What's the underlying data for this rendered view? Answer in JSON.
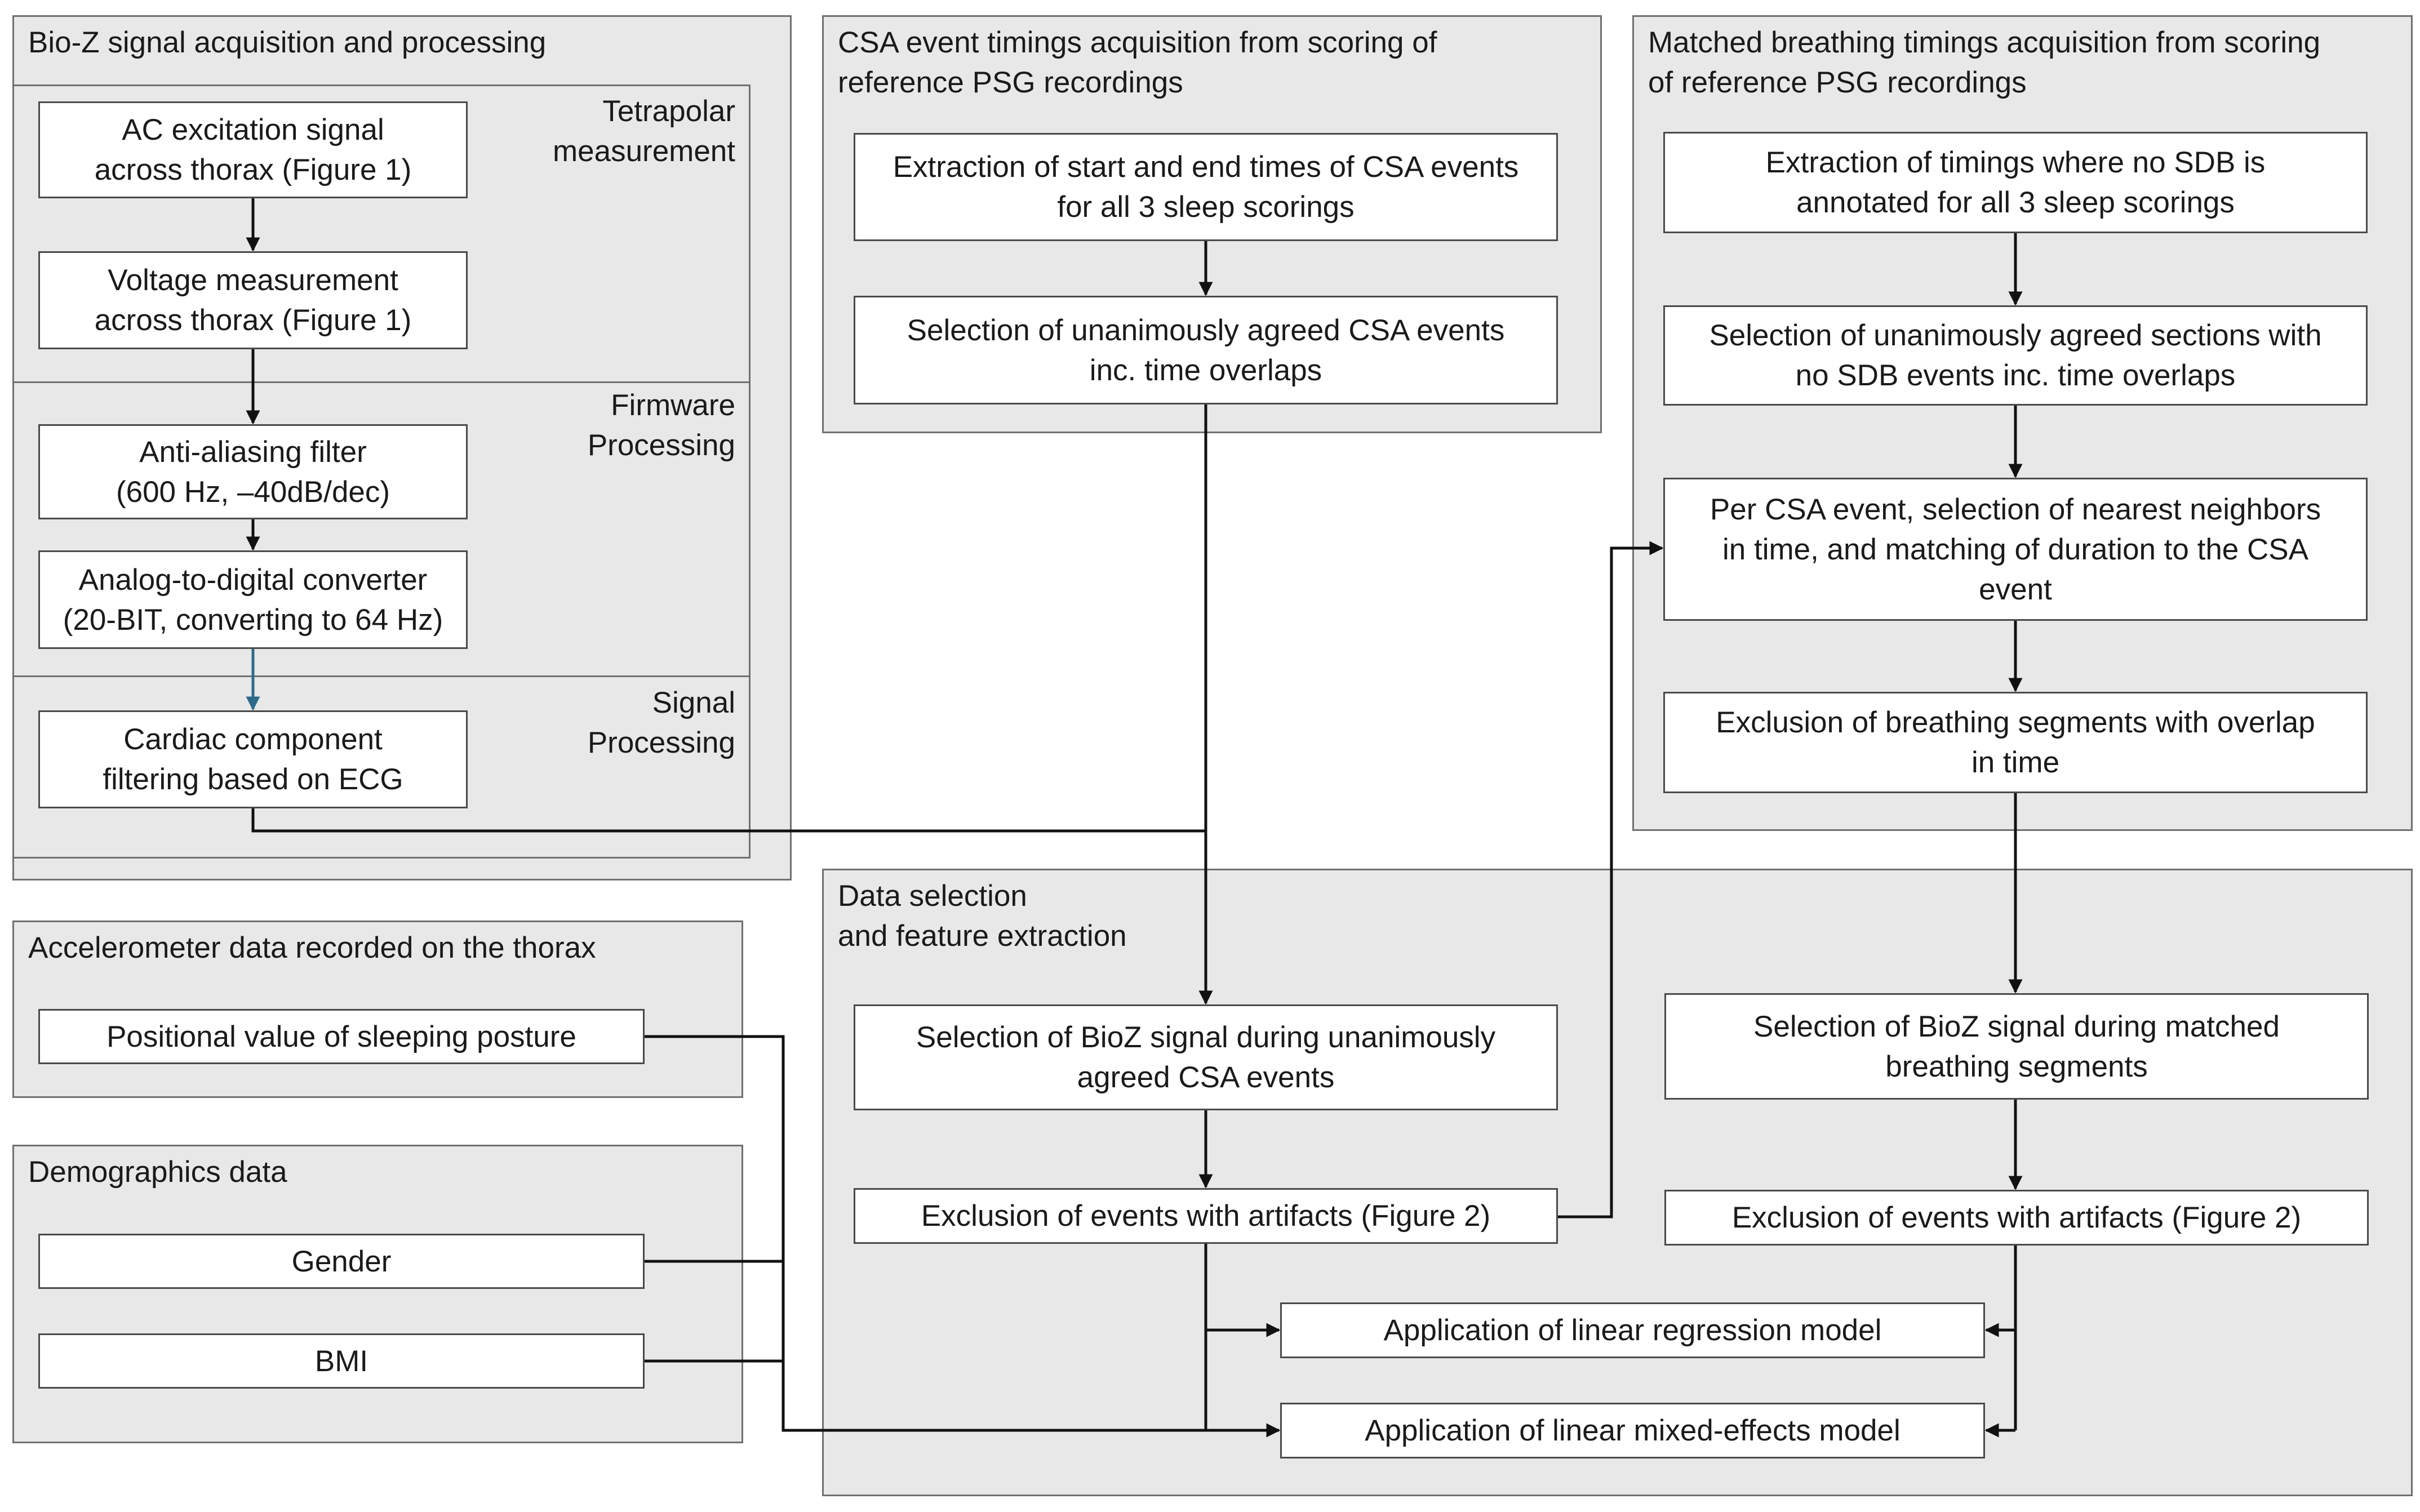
{
  "panels": {
    "bioz": {
      "title": "Bio-Z signal acquisition and processing",
      "sections": {
        "tetrapolar": "Tetrapolar\nmeasurement",
        "firmware": "Firmware\nProcessing",
        "signal": "Signal\nProcessing"
      },
      "boxes": {
        "ac_excitation": "AC excitation signal\nacross thorax (Figure 1)",
        "voltage": "Voltage measurement\nacross thorax (Figure 1)",
        "anti_aliasing": "Anti-aliasing filter\n(600 Hz, –40dB/dec)",
        "adc": "Analog-to-digital converter\n(20-BIT, converting to 64 Hz)",
        "cardiac": "Cardiac component\nfiltering based on ECG"
      }
    },
    "csa": {
      "title": "CSA event timings acquisition from scoring of\nreference PSG recordings",
      "boxes": {
        "extraction": "Extraction of start and end times of CSA events\nfor all 3 sleep scorings",
        "selection": "Selection of unanimously agreed CSA events\ninc. time overlaps"
      }
    },
    "matched": {
      "title": "Matched breathing timings acquisition from scoring\nof reference PSG recordings",
      "boxes": {
        "extraction": "Extraction of timings where no SDB is\nannotated for all 3 sleep scorings",
        "selection": "Selection of unanimously agreed sections with\nno SDB events inc. time overlaps",
        "nearest": "Per CSA event, selection of nearest neighbors\nin time, and matching  of duration to the CSA\nevent",
        "exclusion": "Exclusion of breathing segments with overlap\nin time"
      }
    },
    "accel": {
      "title": "Accelerometer data recorded on the thorax",
      "boxes": {
        "posture": "Positional value of sleeping posture"
      }
    },
    "demo": {
      "title": "Demographics data",
      "boxes": {
        "gender": "Gender",
        "bmi": "BMI"
      }
    },
    "data_sel": {
      "title": "Data selection\nand feature extraction",
      "boxes": {
        "bioz_csa": "Selection of BioZ signal during unanimously\nagreed CSA events",
        "excl_csa": "Exclusion of events with artifacts (Figure 2)",
        "bioz_breath": "Selection of BioZ signal during matched\nbreathing segments",
        "excl_breath": "Exclusion of events with artifacts (Figure 2)",
        "linear": "Application of linear regression model",
        "mixed": "Application of linear mixed-effects model"
      }
    }
  },
  "colors": {
    "panel_bg": "#e8e8e8",
    "border": "#707070",
    "arrow": "#111111",
    "blue_arrow": "#2e6a8a"
  }
}
